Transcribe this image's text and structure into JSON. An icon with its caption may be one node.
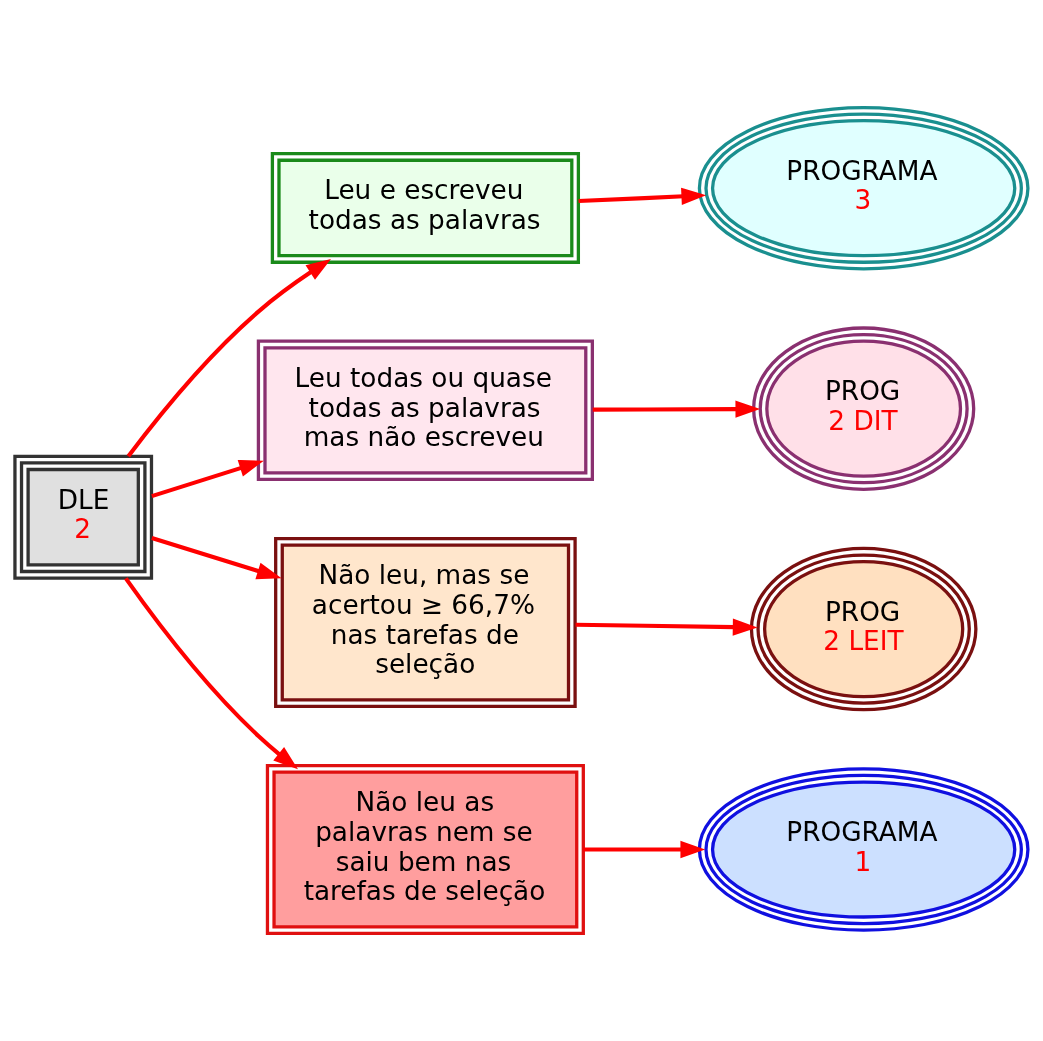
{
  "diagram": {
    "nodes": [
      {
        "text": [
          "DLE",
          "2"
        ]
      },
      {
        "text": [
          "Leu e escreveu todas as palavras"
        ]
      },
      {
        "text": [
          "PROGRAMA",
          "3"
        ]
      },
      {
        "text": [
          "Leu todas ou quase todas as palavras mas não escreveu"
        ]
      },
      {
        "text": [
          "PROG",
          "2 DIT"
        ]
      },
      {
        "text": [
          "Não leu, mas se acertou ≥ 66,7% nas tarefas de seleção"
        ]
      },
      {
        "text": [
          "PROG",
          "2 LEIT"
        ]
      },
      {
        "text": [
          "Não leu as palavras nem se saiu bem nas tarefas de seleção"
        ]
      },
      {
        "text": [
          "PROGRAMA",
          "1"
        ]
      }
    ],
    "edges": [
      {
        "from": 0,
        "to": 1,
        "arrow": "to"
      },
      {
        "from": 0,
        "to": 3,
        "arrow": "to"
      },
      {
        "from": 0,
        "to": 5,
        "arrow": "to"
      },
      {
        "from": 0,
        "to": 7,
        "arrow": "to"
      },
      {
        "from": 1,
        "to": 2,
        "arrow": "to"
      },
      {
        "from": 3,
        "to": 4,
        "arrow": "to"
      },
      {
        "from": 5,
        "to": 6,
        "arrow": "to"
      },
      {
        "from": 7,
        "to": 8,
        "arrow": "to"
      }
    ]
  }
}
